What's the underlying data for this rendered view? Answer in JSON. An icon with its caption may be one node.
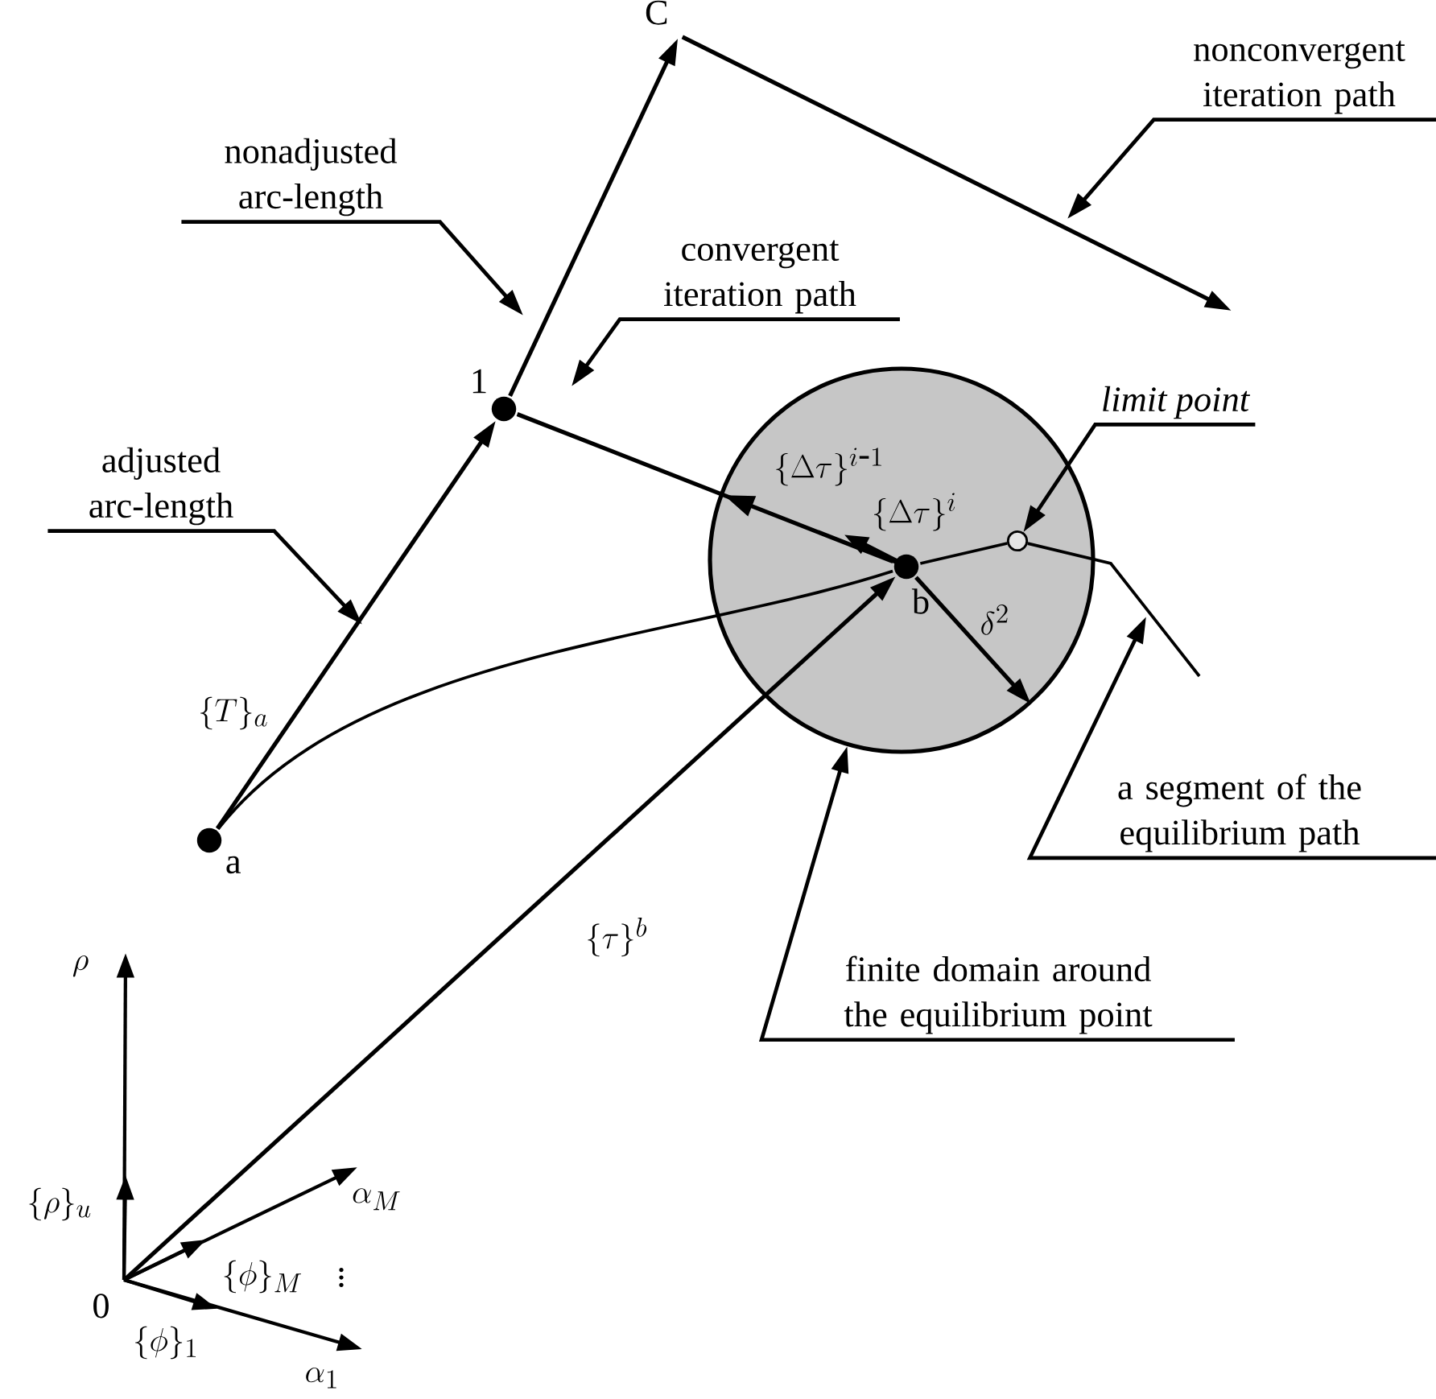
{
  "diagram": {
    "nodes": [
      {
        "text": [
          "nonadjusted arc-length"
        ]
      },
      {
        "text": [
          "nonconvergent iteration path"
        ]
      },
      {
        "text": [
          "C"
        ]
      },
      {
        "text": [
          "convergent iteration path"
        ]
      },
      {
        "text": [
          "1"
        ]
      },
      {
        "text": [
          "adjusted arc-length"
        ]
      },
      {
        "text": [
          "limit point"
        ]
      },
      {
        "text": [],
        "shape": "circle"
      },
      {
        "text": [
          "b"
        ],
        "in": 7
      },
      {
        "text": [],
        "shape": "circle",
        "in": 7
      },
      {
        "text": [
          "a segment of the equilibrium path"
        ]
      },
      {
        "text": [
          "a"
        ]
      },
      {
        "text": [
          "finite domain around the equilibrium point"
        ]
      },
      {
        "text": [
          "0"
        ]
      }
    ],
    "edges": [
      {
        "from": 11,
        "to": 4,
        "arrow": "to",
        "label": "\\{T\\}_{a}"
      },
      {
        "from": 4,
        "to": 2,
        "arrow": "to"
      },
      {
        "from": 2,
        "to": null,
        "arrow": "to"
      },
      {
        "from": 8,
        "to": 4,
        "arrow": "to",
        "label": "\\{\\Delta\\tau\\}^{i\\mbox{-}1}"
      },
      {
        "from": 13,
        "to": 8,
        "arrow": "to",
        "label": "\\{\\tau\\}^{b}"
      },
      {
        "from": 11,
        "to": 8,
        "arrow": "none"
      },
      {
        "from": 8,
        "to": 9,
        "arrow": "none"
      },
      {
        "from": 9,
        "to": null,
        "arrow": "none"
      },
      {
        "from": 8,
        "to": 7,
        "arrow": "to",
        "label": "\\delta^{2}"
      },
      {
        "from": 0,
        "to": null,
        "arrow": "to"
      },
      {
        "from": 1,
        "to": null,
        "arrow": "to"
      },
      {
        "from": 3,
        "to": null,
        "arrow": "to"
      },
      {
        "from": 5,
        "to": null,
        "arrow": "to"
      },
      {
        "from": 6,
        "to": 9,
        "arrow": "to"
      },
      {
        "from": 10,
        "to": null,
        "arrow": "to"
      },
      {
        "from": 12,
        "to": 7,
        "arrow": "to"
      }
    ],
    "labels": [
      "\\{\\Delta\\tau\\}^{i}",
      "\\rho",
      "\\{\\rho\\}_{u}",
      "\\alpha_{M}",
      "\\{\\phi\\}_{M}",
      "\\vdots",
      "\\{\\phi\\}_{1}",
      "\\alpha_{1}"
    ]
  }
}
